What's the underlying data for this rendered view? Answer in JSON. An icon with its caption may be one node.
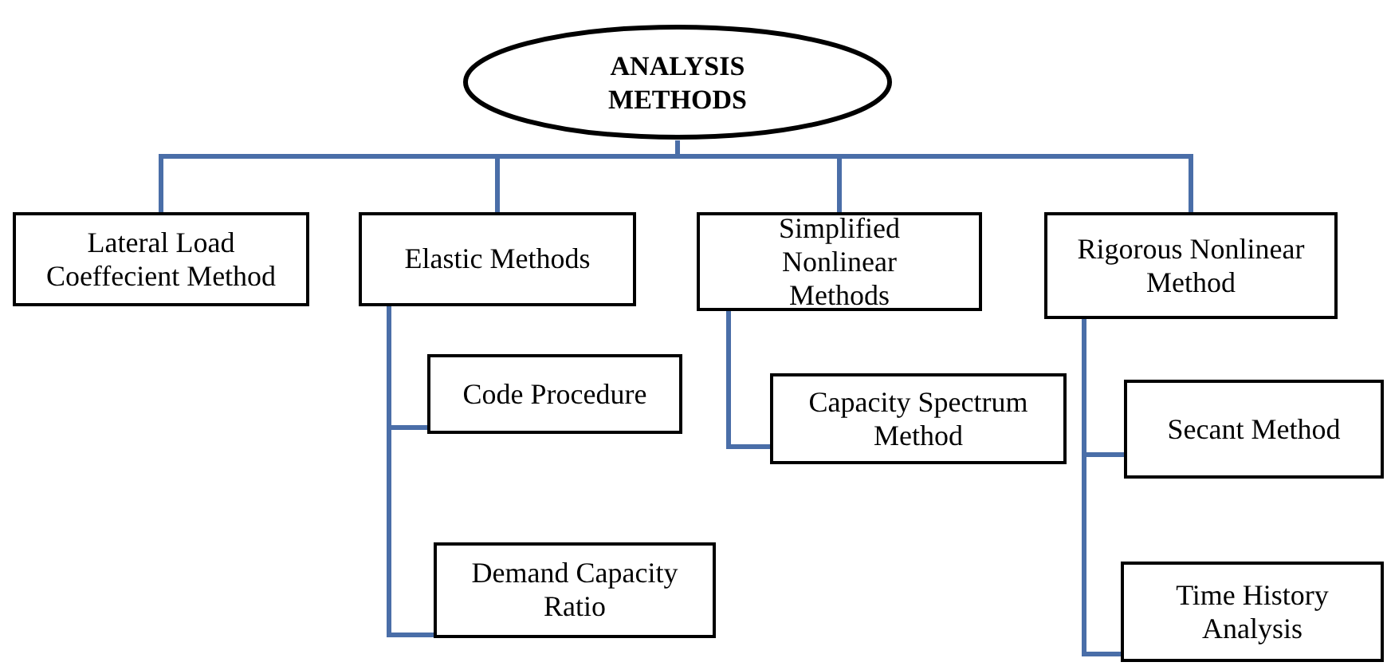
{
  "diagram": {
    "nodes": [
      {
        "text": [
          "ANALYSIS METHODS"
        ]
      },
      {
        "text": [
          "Lateral Load Coeffecient Method"
        ]
      },
      {
        "text": [
          "Elastic Methods"
        ]
      },
      {
        "text": [
          "Simplified Nonlinear Methods"
        ]
      },
      {
        "text": [
          "Rigorous Nonlinear Method"
        ]
      },
      {
        "text": [
          "Code Procedure"
        ]
      },
      {
        "text": [
          "Demand Capacity Ratio"
        ]
      },
      {
        "text": [
          "Capacity Spectrum Method"
        ]
      },
      {
        "text": [
          "Secant Method"
        ]
      },
      {
        "text": [
          "Time History Analysis"
        ]
      }
    ],
    "edges": [
      {
        "from": 0,
        "to": 1,
        "arrow": "none"
      },
      {
        "from": 0,
        "to": 2,
        "arrow": "none"
      },
      {
        "from": 0,
        "to": 3,
        "arrow": "none"
      },
      {
        "from": 0,
        "to": 4,
        "arrow": "none"
      },
      {
        "from": 2,
        "to": 5,
        "arrow": "none"
      },
      {
        "from": 2,
        "to": 6,
        "arrow": "none"
      },
      {
        "from": 3,
        "to": 7,
        "arrow": "none"
      },
      {
        "from": 4,
        "to": 8,
        "arrow": "none"
      },
      {
        "from": 4,
        "to": 9,
        "arrow": "none"
      }
    ]
  }
}
